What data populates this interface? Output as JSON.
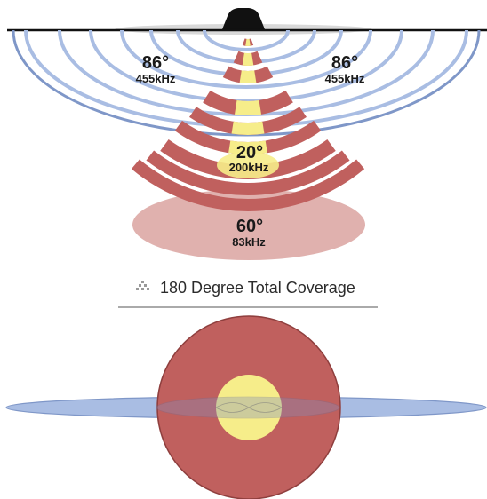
{
  "side_beams": {
    "left_angle": "86°",
    "left_freq": "455kHz",
    "right_angle": "86°",
    "right_freq": "455kHz"
  },
  "narrow_beam": {
    "angle": "20°",
    "freq": "200kHz"
  },
  "wide_beam": {
    "angle": "60°",
    "freq": "83kHz"
  },
  "caption": {
    "text": "180 Degree Total Coverage",
    "icon": "sonar-triangle-icon"
  },
  "colors": {
    "side_beam_blue": "#a9bde3",
    "side_beam_outline": "#7f97c8",
    "narrow_beam_yellow": "#f6ed8a",
    "wide_beam_red": "#c0605e",
    "wide_footprint_pink": "#dba3a0",
    "boat_black": "#111111"
  }
}
